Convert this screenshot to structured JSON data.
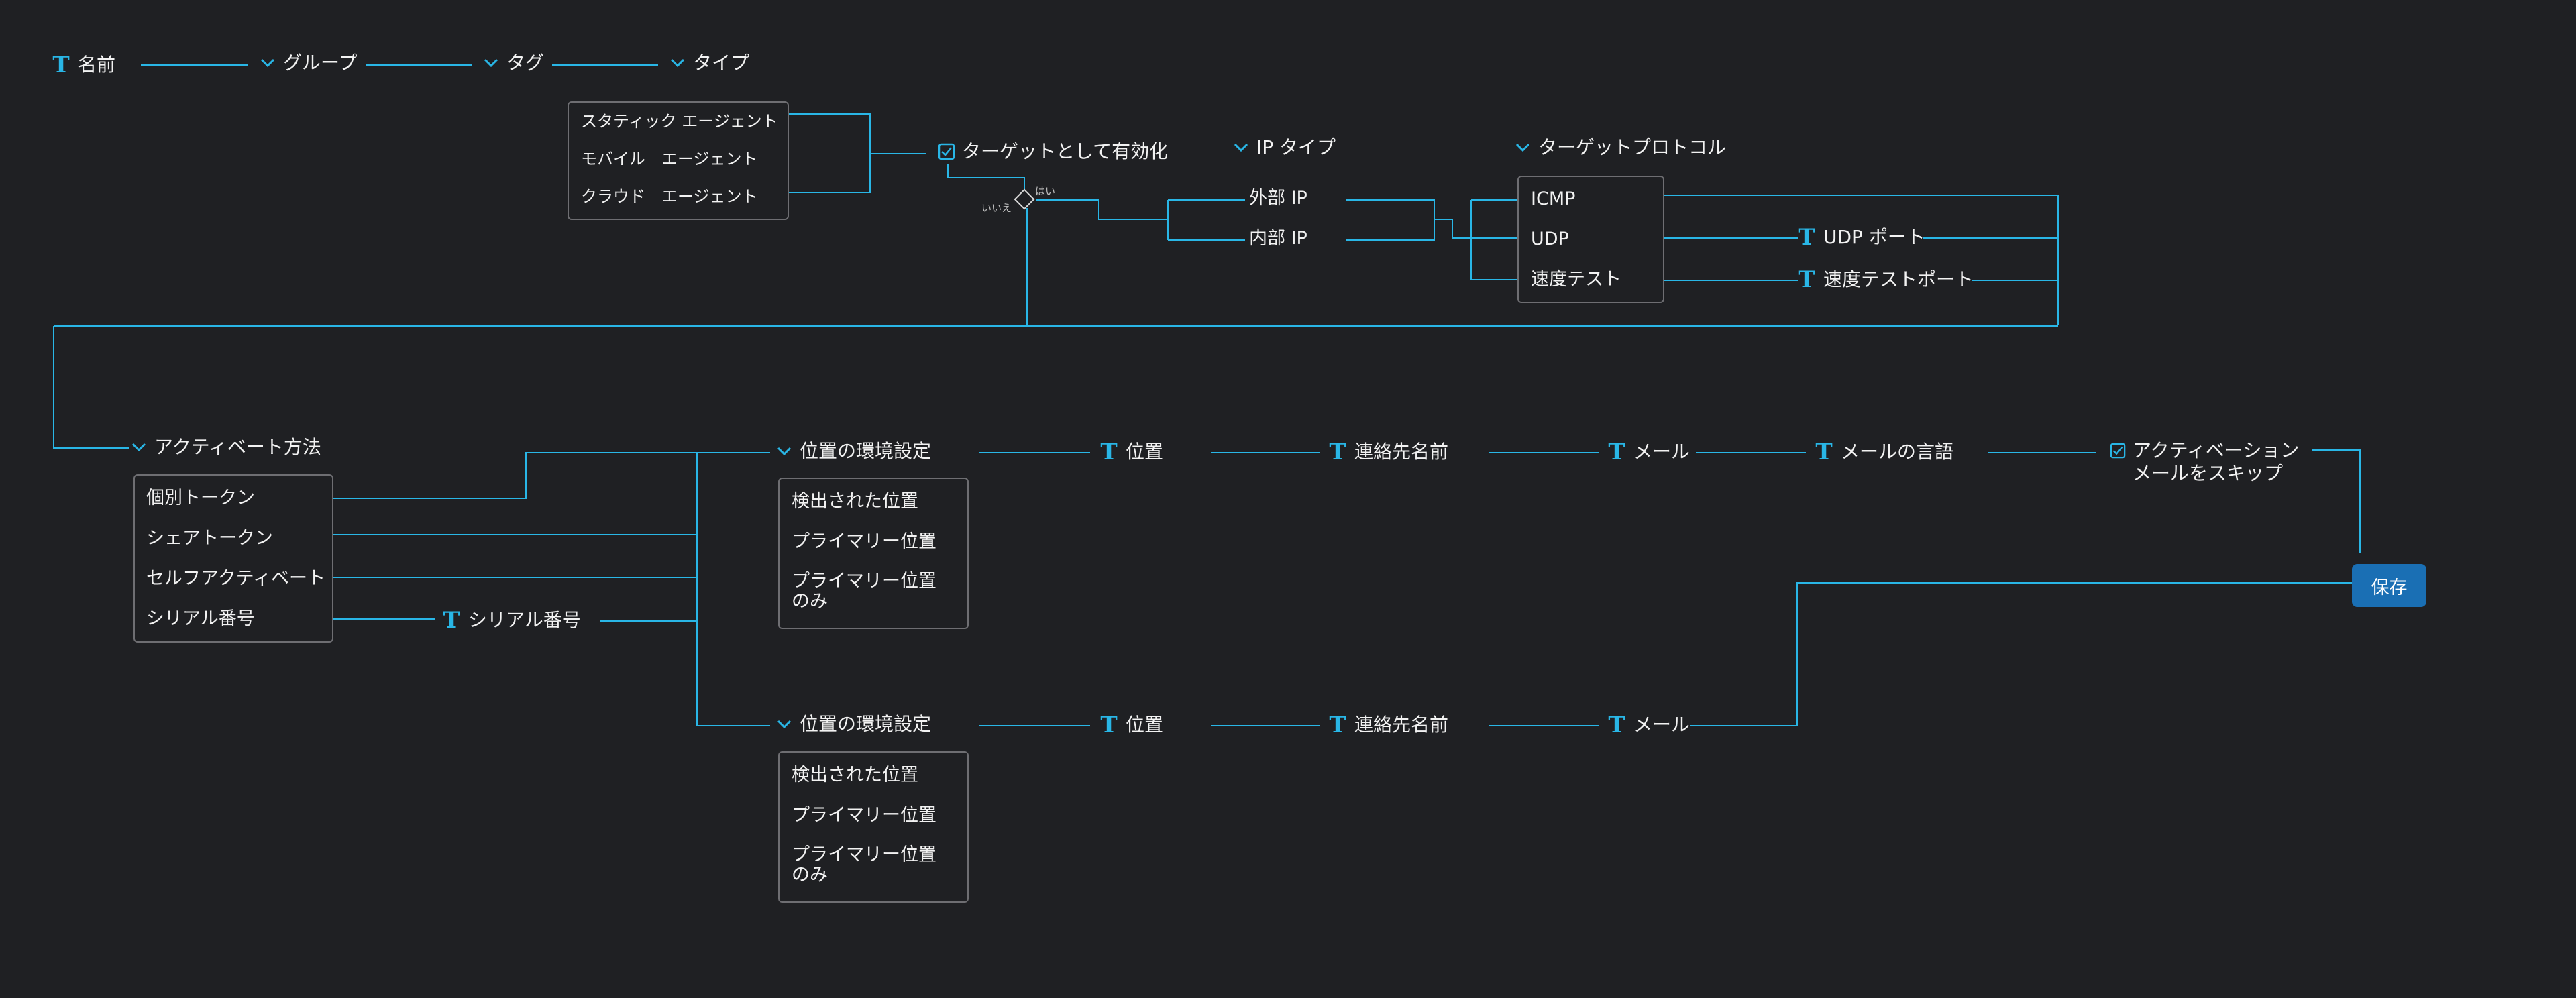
{
  "row1": {
    "name": "名前",
    "group": "グループ",
    "tag": "タグ",
    "type": "タイプ"
  },
  "agent_types": [
    "スタティック エージェント",
    "モバイル　エージェント",
    "クラウド　エージェント"
  ],
  "target_enable": "ターゲットとして有効化",
  "decision": {
    "yes": "はい",
    "no": "いいえ"
  },
  "ip_type": {
    "title": "IP タイプ",
    "external": "外部 IP",
    "internal": "内部 IP"
  },
  "protocol": {
    "title": "ターゲットプロトコル",
    "items": [
      "ICMP",
      "UDP",
      "速度テスト"
    ]
  },
  "ports": {
    "udp": "UDP ポート",
    "speed": "速度テストポート"
  },
  "activation": {
    "title": "アクティベート方法",
    "items": [
      "個別トークン",
      "シェアトークン",
      "セルフアクティベート",
      "シリアル番号"
    ],
    "serial_field": "シリアル番号"
  },
  "flow_top": {
    "location_pref": "位置の環境設定",
    "location_items": [
      "検出された位置",
      "プライマリー位置",
      "プライマリー位置\nのみ"
    ],
    "location": "位置",
    "contact_name": "連絡先名前",
    "email": "メール",
    "email_lang": "メールの言語",
    "skip_line1": "アクティベーション",
    "skip_line2": "メールをスキップ"
  },
  "flow_bottom": {
    "location_pref": "位置の環境設定",
    "location_items": [
      "検出された位置",
      "プライマリー位置",
      "プライマリー位置\nのみ"
    ],
    "location": "位置",
    "contact_name": "連絡先名前",
    "email": "メール"
  },
  "save_label": "保存",
  "colors": {
    "background": "#1f2023",
    "connector": "#29b6e6",
    "box_border": "#6e6e72",
    "text": "#f2f2f2",
    "button": "#1a6fb4"
  }
}
